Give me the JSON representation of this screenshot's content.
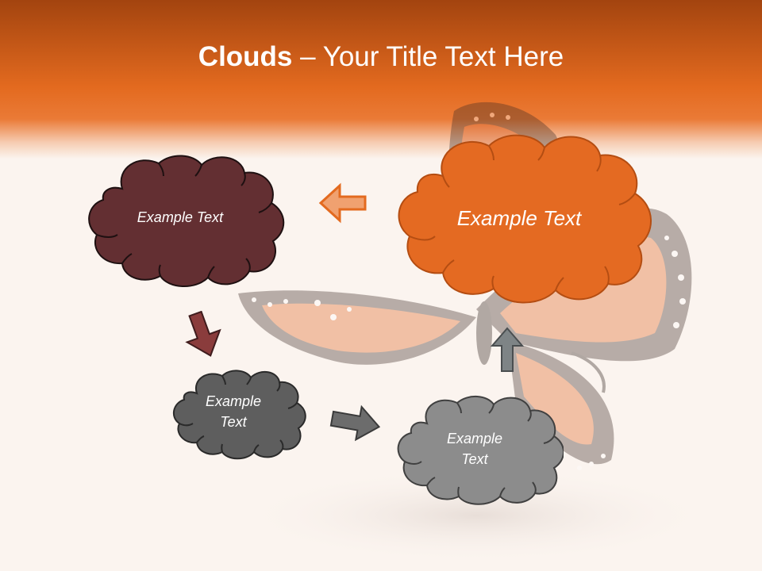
{
  "title": {
    "bold": "Clouds",
    "dash": " – ",
    "rest": "Your Title Text Here"
  },
  "clouds": {
    "orange": {
      "text": "Example Text",
      "color": "#e46a22"
    },
    "maroon": {
      "text": "Example Text",
      "color": "#632f32"
    },
    "dark_gray": {
      "line1": "Example",
      "line2": "Text",
      "color": "#5e5e5e"
    },
    "light_gray": {
      "line1": "Example",
      "line2": "Text",
      "color": "#8c8c8c"
    }
  },
  "colors": {
    "header_orange": "#e0651f",
    "background": "#fbf4ef"
  },
  "icons": {
    "decoration": "monarch-butterfly",
    "arrows": [
      "left-arrow",
      "down-arrow",
      "right-arrow",
      "up-arrow"
    ]
  }
}
